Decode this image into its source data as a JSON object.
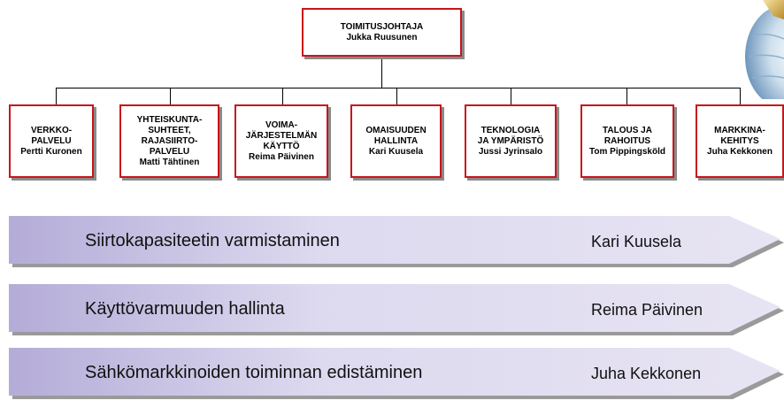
{
  "org_chart": {
    "ceo": {
      "title": "TOIMITUSJOHTAJA",
      "person": "Jukka Ruusunen"
    },
    "departments": [
      {
        "title": "VERKKO-\nPALVELU",
        "person": "Pertti Kuronen"
      },
      {
        "title": "YHTEISKUNTA-\nSUHTEET,\nRAJASIIRTO-\nPALVELU",
        "person": "Matti Tähtinen"
      },
      {
        "title": "VOIMA-\nJÄRJESTELMÄN\nKÄYTTÖ",
        "person": "Reima Päivinen"
      },
      {
        "title": "OMAISUUDEN\nHALLINTA",
        "person": "Kari Kuusela"
      },
      {
        "title": "TEKNOLOGIA\nJA YMPÄRISTÖ",
        "person": "Jussi Jyrinsalo"
      },
      {
        "title": "TALOUS JA\nRAHOITUS",
        "person": "Tom Pippingsköld"
      },
      {
        "title": "MARKKINA-\nKEHITYS",
        "person": "Juha Kekkonen"
      }
    ]
  },
  "initiatives": [
    {
      "label": "Siirtokapasiteetin varmistaminen",
      "owner": "Kari Kuusela"
    },
    {
      "label": "Käyttövarmuuden hallinta",
      "owner": "Reima Päivinen"
    },
    {
      "label": "Sähkömarkkinoiden toiminnan edistäminen",
      "owner": "Juha Kekkonen"
    }
  ],
  "colors": {
    "box_border": "#c8161b",
    "box_shadow": "#8a8a8a",
    "arrow_fill_light": "#e7e4f3",
    "arrow_fill_dark": "#b4acd8",
    "arrow_shadow": "#9a9a9a"
  }
}
